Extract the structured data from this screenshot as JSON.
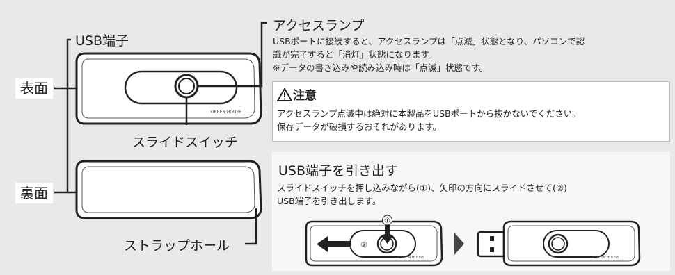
{
  "labels": {
    "front": "表面",
    "back": "裏面",
    "usb_terminal": "USB端子",
    "slide_switch": "スライドスイッチ",
    "strap_hole": "ストラップホール",
    "brand_logo": "GREEN HOUSE"
  },
  "access_lamp": {
    "title": "アクセスランプ",
    "line1": "USBポートに接続すると、アクセスランプは「点滅」状態となり、パソコンで認",
    "line2": "識が完了すると「消灯」状態になります。",
    "line3": "※データの書き込みや読み込み時は「点滅」状態です。"
  },
  "caution": {
    "title": "注意",
    "line1": "アクセスランプ点滅中は絶対に本製品をUSBポートから抜かないでください。",
    "line2": "保存データが破損するおそれがあります。"
  },
  "pull_out": {
    "title": "USB端子を引き出す",
    "line1": "スライドスイッチを押し込みながら(①)、矢印の方向にスライドさせて(②)",
    "line2": "USB端子を引き出します。",
    "marker_1": "①",
    "marker_2": "②"
  }
}
